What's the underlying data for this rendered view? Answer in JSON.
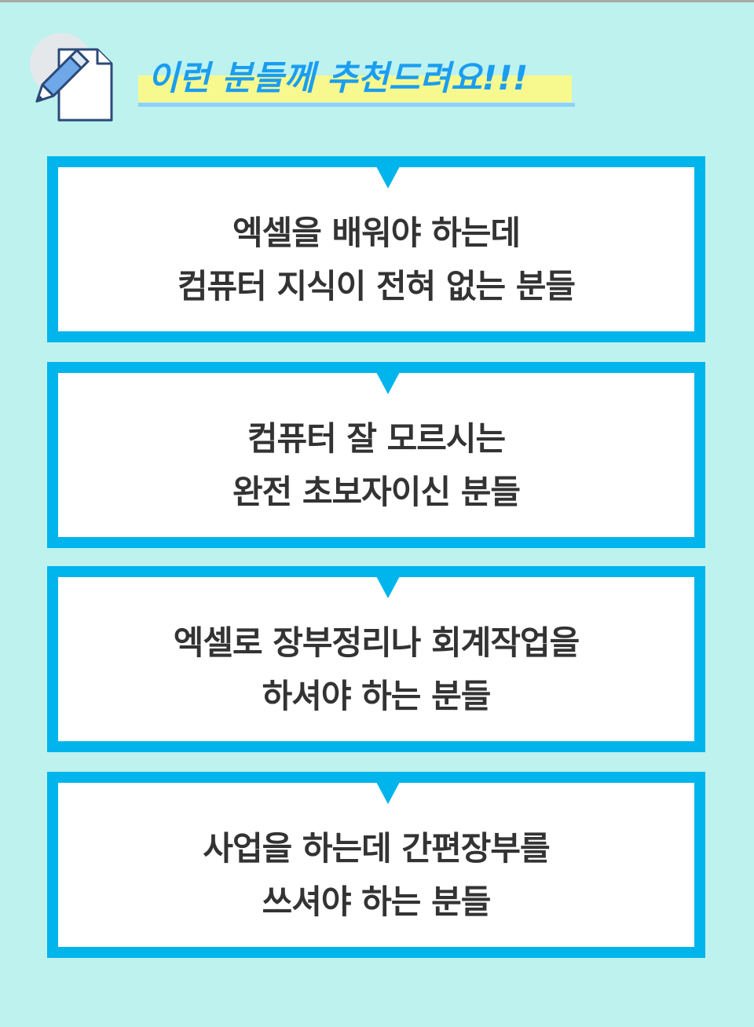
{
  "header": {
    "icon": "document-pencil-icon",
    "title": "이런 분들께 추천드려요!!!"
  },
  "colors": {
    "background": "#bdf2ee",
    "card_border": "#00b4ec",
    "title_text": "#1b9df0",
    "title_highlight": "#f7f98f",
    "body_text": "#333333"
  },
  "recommendations": [
    {
      "line1": "엑셀을 배워야 하는데",
      "line2": "컴퓨터 지식이 전혀 없는 분들"
    },
    {
      "line1": "컴퓨터 잘 모르시는",
      "line2": "완전 초보자이신 분들"
    },
    {
      "line1": "엑셀로 장부정리나 회계작업을",
      "line2": "하셔야 하는 분들"
    },
    {
      "line1": "사업을 하는데 간편장부를",
      "line2": "쓰셔야 하는 분들"
    }
  ]
}
